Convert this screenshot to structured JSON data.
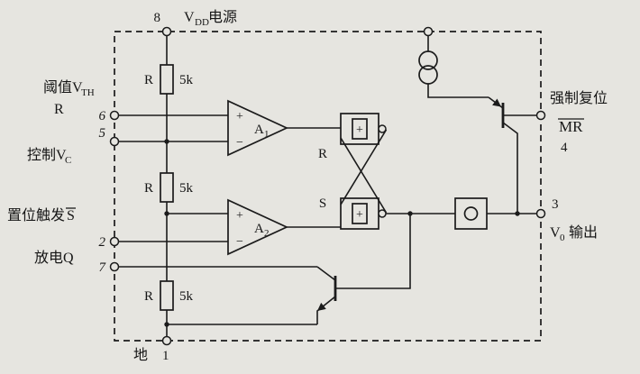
{
  "figure": {
    "background": "#e6e5e0",
    "ink": "#1b1b1b",
    "description_type": "555-timer internal block diagram"
  },
  "pins": {
    "pin8": {
      "number": "8",
      "label_main": "V",
      "label_sub": "DD",
      "label_rest": "电源"
    },
    "pin6": {
      "number": "6",
      "label_main": "阈值V",
      "label_sub": "TH",
      "label_line2": "R"
    },
    "pin5": {
      "number": "5",
      "label_main": "控制V",
      "label_sub": "C"
    },
    "pin2": {
      "number": "2",
      "label_main": "置位触发",
      "label_overline": "S"
    },
    "pin7": {
      "number": "7",
      "label": "放电Q"
    },
    "pin1": {
      "number": "1",
      "label": "地"
    },
    "pin4": {
      "number": "4",
      "label": "强制复位",
      "label_overline": "MR"
    },
    "pin3": {
      "number": "3",
      "label_main": "V",
      "label_sub": "0",
      "label_rest": "输出"
    }
  },
  "components": {
    "resistor1": {
      "name": "R",
      "value": "5k"
    },
    "resistor2": {
      "name": "R",
      "value": "5k"
    },
    "resistor3": {
      "name": "R",
      "value": "5k"
    },
    "comparator1": {
      "name": "A",
      "sub": "1",
      "plus": "+",
      "minus": "−"
    },
    "comparator2": {
      "name": "A",
      "sub": "2",
      "plus": "+",
      "minus": "−"
    },
    "flipflop": {
      "r_input": "R",
      "s_input": "S",
      "gate_symbol": "+"
    }
  }
}
